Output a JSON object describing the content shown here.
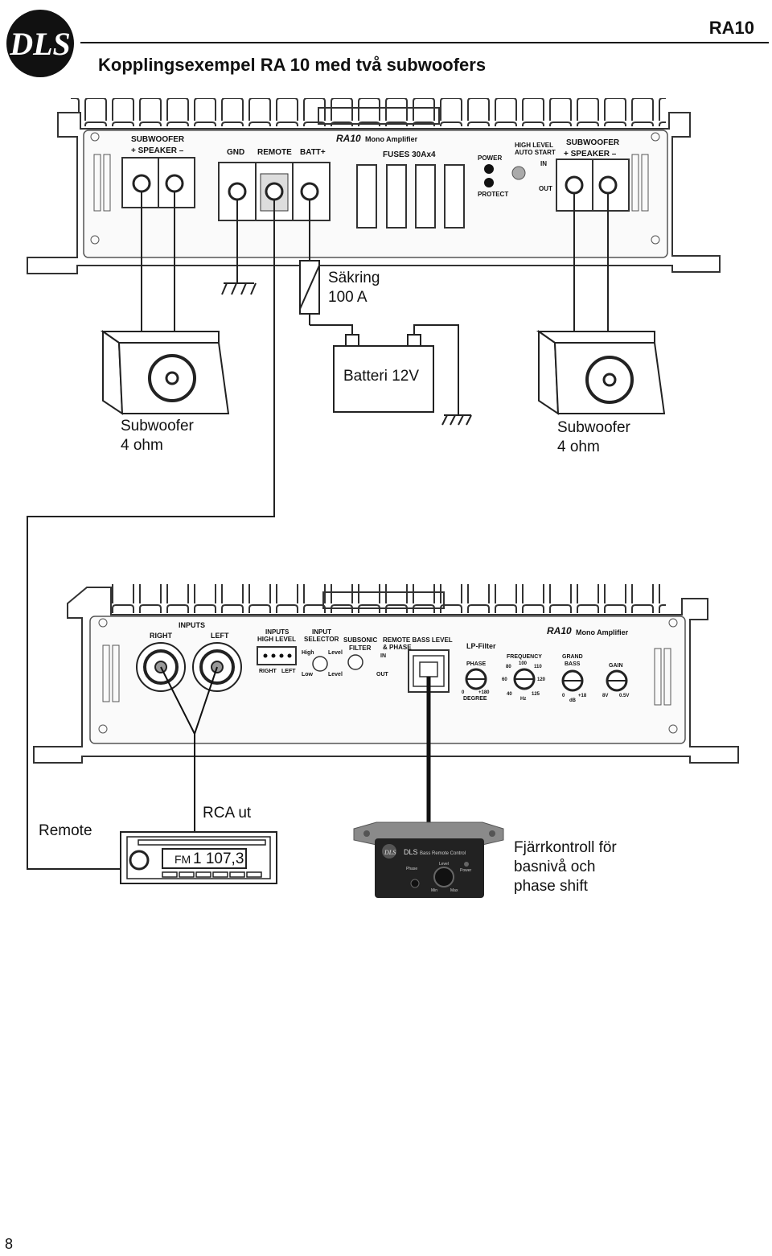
{
  "header": {
    "logo_text": "DLS",
    "title": "Kopplingsexempel RA 10 med två subwoofers",
    "model": "RA10"
  },
  "top_panel": {
    "sub_left_l1": "SUBWOOFER",
    "sub_left_l2": "+ SPEAKER –",
    "gnd": "GND",
    "remote": "REMOTE",
    "batt": "BATT+",
    "model_label": "RA10",
    "mono": "Mono Amplifier",
    "fuses": "FUSES 30Ax4",
    "power": "POWER",
    "protect": "PROTECT",
    "high_level_l1": "HIGH LEVEL",
    "high_level_l2": "AUTO START",
    "in": "IN",
    "out": "OUT",
    "sub_right_l1": "SUBWOOFER",
    "sub_right_l2": "+ SPEAKER –"
  },
  "diagram": {
    "fuse_l1": "Säkring",
    "fuse_l2": "100  A",
    "battery": "Batteri 12V",
    "sub_left_l1": "Subwoofer",
    "sub_left_l2": "4 ohm",
    "sub_right_l1": "Subwoofer",
    "sub_right_l2": "4 ohm",
    "remote": "Remote",
    "rca_out": "RCA ut",
    "radio_display_prefix": "FM",
    "radio_display_value": "1 107,3",
    "remote_ctrl_l1": "Fjärrkontroll för",
    "remote_ctrl_l2": "basnivå och",
    "remote_ctrl_l3": "phase shift"
  },
  "bottom_panel": {
    "inputs": "INPUTS",
    "right": "RIGHT",
    "left": "LEFT",
    "inputs_hl_l1": "INPUTS",
    "inputs_hl_l2": "HIGH LEVEL",
    "hl_right": "RIGHT",
    "hl_left": "LEFT",
    "input_sel_l1": "INPUT",
    "input_sel_l2": "SELECTOR",
    "high": "High",
    "low": "Low",
    "level": "Level",
    "subsonic_l1": "SUBSONIC",
    "subsonic_l2": "FILTER",
    "remote_bass_l1": "REMOTE BASS LEVEL",
    "remote_bass_l2": "& PHASE",
    "in": "IN",
    "out": "OUT",
    "model_label": "RA10",
    "mono": "Mono Amplifier",
    "lp_filter": "LP-Filter",
    "phase": "PHASE",
    "phase_0": "0",
    "phase_180": "+180",
    "degree": "DEGREE",
    "frequency": "FREQUENCY",
    "f100": "100",
    "f80": "80",
    "f110": "110",
    "f60": "60",
    "f120": "120",
    "f40": "40",
    "f125": "125",
    "hz": "Hz",
    "grand_bass_l1": "GRAND",
    "grand_bass_l2": "BASS",
    "gb_0": "0",
    "gb_18": "+18",
    "db": "dB",
    "gain": "GAIN",
    "gain_8v": "8V",
    "gain_05v": "0.5V"
  },
  "remote_unit": {
    "brand": "DLS",
    "name": "Bass Remote Control",
    "phase": "Phase",
    "level": "Level",
    "power": "Power",
    "min": "Min",
    "max": "Max"
  },
  "footer": {
    "page_number": "8"
  }
}
